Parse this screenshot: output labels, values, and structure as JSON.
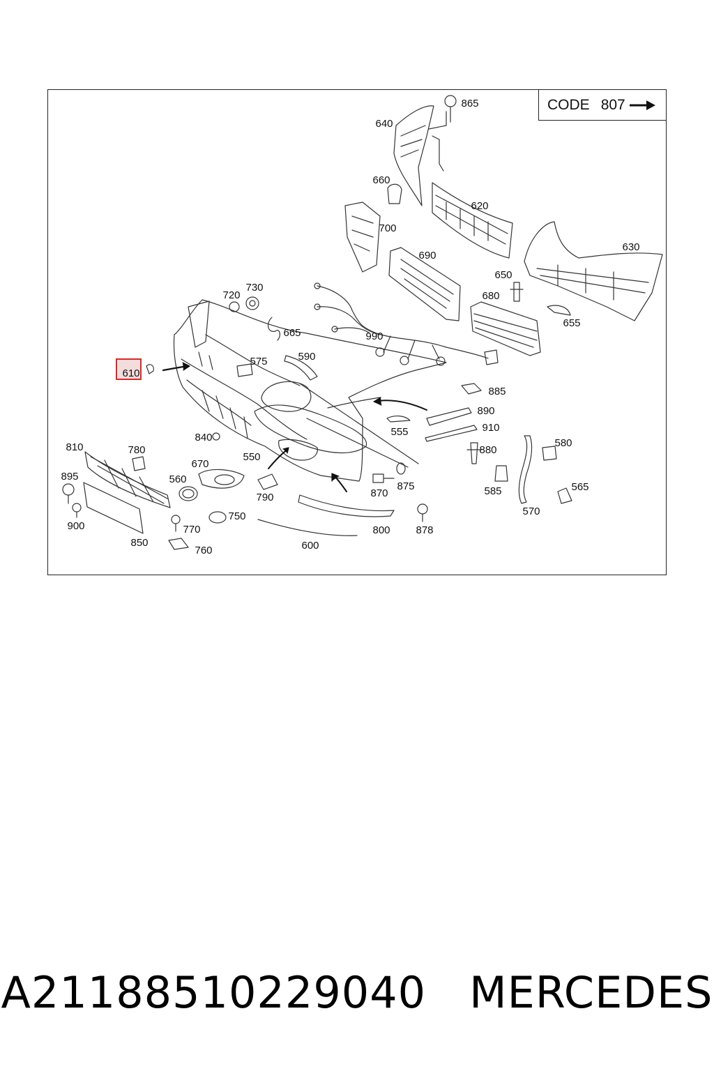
{
  "diagram": {
    "code_box": {
      "label": "CODE",
      "number": "807",
      "arrow": "right-arrow-icon"
    },
    "highlight_color": "#d9292a",
    "highlighted_part": "610",
    "labels": [
      "865",
      "640",
      "660",
      "620",
      "700",
      "690",
      "630",
      "650",
      "680",
      "655",
      "720",
      "730",
      "665",
      "990",
      "575",
      "590",
      "610",
      "885",
      "890",
      "910",
      "555",
      "840",
      "880",
      "580",
      "810",
      "780",
      "670",
      "550",
      "560",
      "790",
      "870",
      "875",
      "585",
      "565",
      "895",
      "900",
      "850",
      "770",
      "750",
      "760",
      "600",
      "800",
      "878",
      "570"
    ]
  },
  "footer": {
    "part_number": "A21188510229040",
    "brand": "MERCEDES"
  }
}
